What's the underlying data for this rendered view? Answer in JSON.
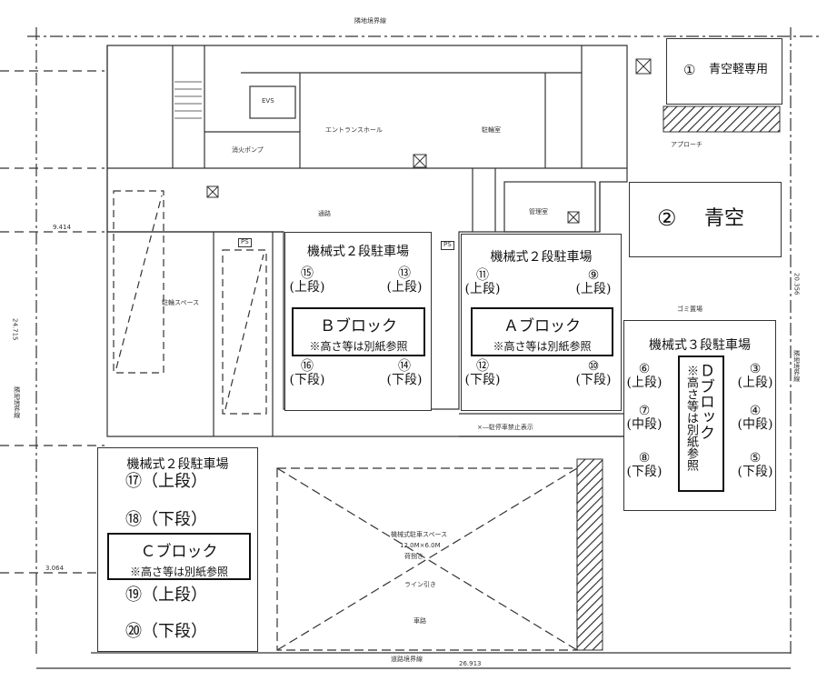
{
  "plan_labels": {
    "top_boundary": "隣地境界線",
    "bottom_boundary": "道路境界線",
    "entrance_hall": "エントランスホール",
    "bicycle_room": "駐輪室",
    "fire_pump": "消火ポンプ",
    "evs": "EVS",
    "corridor": "通路",
    "management": "管理室",
    "parking_space": "駐輪スペース",
    "garbage": "ゴミ置場",
    "approach": "アプローチ",
    "no_parking": "×―駐停車禁止表示",
    "loading_space": "機械式駐車スペース",
    "loading_size": "12.0M×6.0M",
    "loading_note1": "荷捌き",
    "loading_note2": "ライン引き",
    "road": "車路",
    "dim_top": "24.715",
    "dim_right": "20.356",
    "dim_left_a": "9.414",
    "dim_left_b": "3.064",
    "dim_bottom": "26.913",
    "left_side": "隣地境界線",
    "right_side": "隣地境界線",
    "ps1": "PS",
    "ps2": "PS"
  },
  "area1": {
    "number": "①",
    "label": "青空軽専用"
  },
  "area2": {
    "number": "②",
    "label": "青空"
  },
  "blockB": {
    "title": "機械式２段駐車場",
    "name": "Ｂブロック",
    "note": "※高さ等は別紙参照",
    "slots": [
      {
        "num": "⑮",
        "tier": "(上段)"
      },
      {
        "num": "⑬",
        "tier": "(上段)"
      },
      {
        "num": "⑯",
        "tier": "(下段)"
      },
      {
        "num": "⑭",
        "tier": "(下段)"
      }
    ]
  },
  "blockA": {
    "title": "機械式２段駐車場",
    "name": "Ａブロック",
    "note": "※高さ等は別紙参照",
    "slots": [
      {
        "num": "⑪",
        "tier": "(上段)"
      },
      {
        "num": "⑨",
        "tier": "(上段)"
      },
      {
        "num": "⑫",
        "tier": "(下段)"
      },
      {
        "num": "⑩",
        "tier": "(下段)"
      }
    ]
  },
  "blockD": {
    "title": "機械式３段駐車場",
    "name": "Ｄブロック",
    "note": "※高さ等は別紙参照",
    "left_slots": [
      {
        "num": "⑥",
        "tier": "(上段)"
      },
      {
        "num": "⑦",
        "tier": "(中段)"
      },
      {
        "num": "⑧",
        "tier": "(下段)"
      }
    ],
    "right_slots": [
      {
        "num": "③",
        "tier": "(上段)"
      },
      {
        "num": "④",
        "tier": "(中段)"
      },
      {
        "num": "⑤",
        "tier": "(下段)"
      }
    ]
  },
  "blockC": {
    "title": "機械式２段駐車場",
    "name": "Ｃブロック",
    "note": "※高さ等は別紙参照",
    "slots": [
      {
        "num": "⑰",
        "tier": "（上段）"
      },
      {
        "num": "⑱",
        "tier": "（下段）"
      },
      {
        "num": "⑲",
        "tier": "（上段）"
      },
      {
        "num": "⑳",
        "tier": "（下段）"
      }
    ]
  }
}
